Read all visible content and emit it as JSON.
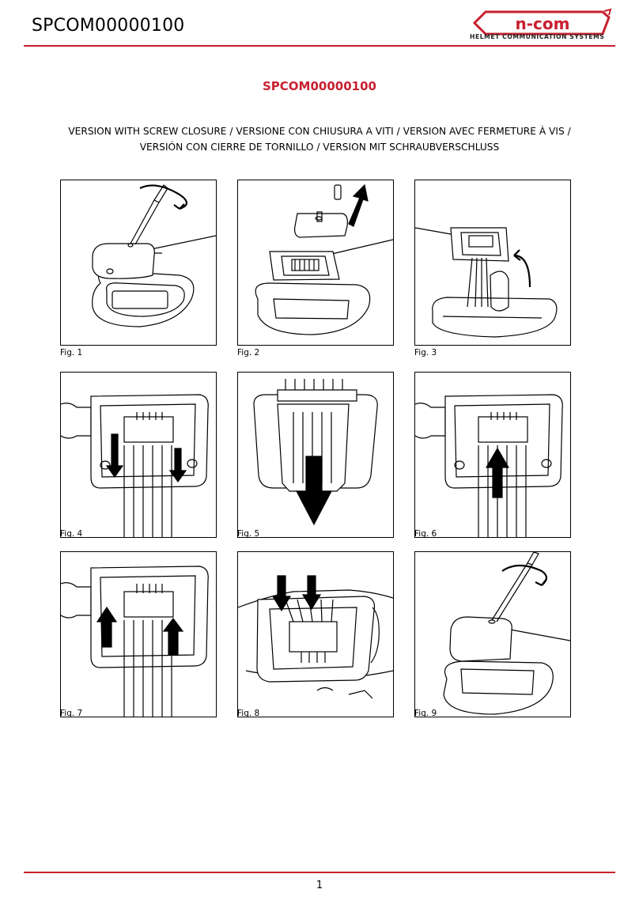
{
  "header": {
    "code": "SPCOM00000100",
    "logo_text": "n-com",
    "logo_tagline": "HELMET COMMUNICATION SYSTEMS",
    "accent_color": "#c8202f"
  },
  "document": {
    "title": "SPCOM00000100",
    "subtitle_line1": "VERSION WITH SCREW CLOSURE / VERSIONE CON CHIUSURA A VITI / VERSION AVEC FERMETURE À VIS /",
    "subtitle_line2": "VERSIÓN CON CIERRE DE TORNILLO / VERSION MIT SCHRAUBVERSCHLUSS"
  },
  "figures": [
    {
      "caption": "Fig. 1"
    },
    {
      "caption": "Fig. 2"
    },
    {
      "caption": "Fig. 3"
    },
    {
      "caption": "Fig. 4"
    },
    {
      "caption": "Fig. 5"
    },
    {
      "caption": "Fig. 6"
    },
    {
      "caption": "Fig. 7"
    },
    {
      "caption": "Fig. 8"
    },
    {
      "caption": "Fig. 9"
    }
  ],
  "footer": {
    "page_number": "1"
  }
}
